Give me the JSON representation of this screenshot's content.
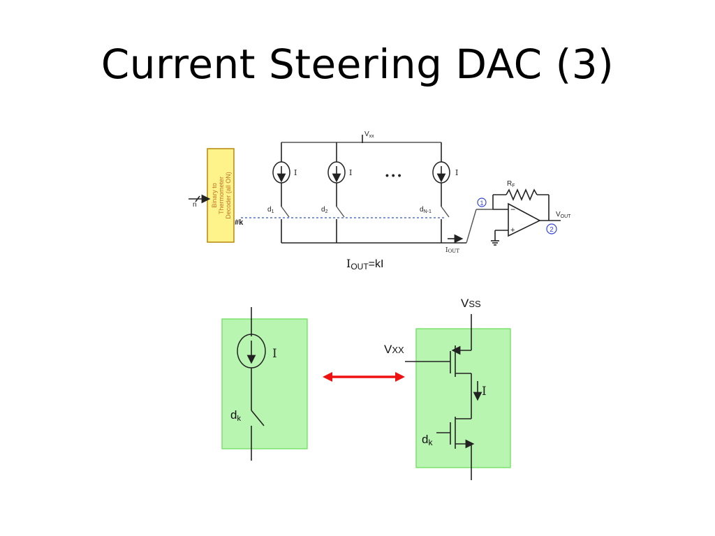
{
  "slide": {
    "title": "Current Steering DAC (3)"
  },
  "top_circuit": {
    "decoder_label_lines": [
      "Binary to",
      "Thermometer",
      "Decoder (all ON)"
    ],
    "input_bus_label": "n",
    "output_bus_label": "#k",
    "supply_label": "V",
    "supply_sub": "xx",
    "source_label": "I",
    "ellipsis": "• • •",
    "switch_labels": [
      {
        "main": "d",
        "sub": "1"
      },
      {
        "main": "d",
        "sub": "2"
      },
      {
        "main": "d",
        "sub": "N-1"
      }
    ],
    "iout_label_main": "I",
    "iout_label_sub": "OUT",
    "equation_main": "I",
    "equation_sub": "OUT",
    "equation_rest": "=kI",
    "rf_label_main": "R",
    "rf_label_sub": "F",
    "vout_label_main": "V",
    "vout_label_sub": "OUT",
    "node1": "1",
    "node2": "2",
    "opamp_minus": "−",
    "opamp_plus": "+",
    "colors": {
      "decoder_fill": "#fdf38a",
      "decoder_border": "#b8860b",
      "decoder_text": "#c0742a",
      "control_line": "#3355cc",
      "node_circle": "#3344dd"
    }
  },
  "bottom_left": {
    "source_label": "I",
    "switch_label_main": "d",
    "switch_label_sub": "k",
    "fill": "#b8f5b0",
    "border": "#66dd55"
  },
  "equivalence_arrow": {
    "color": "#ee1111"
  },
  "bottom_right": {
    "supply_label_main": "V",
    "supply_label_sub": "SS",
    "bias_label_main": "V",
    "bias_label_sub": "XX",
    "current_label": "I",
    "switch_label_main": "d",
    "switch_label_sub": "k",
    "fill": "#b8f5b0",
    "border": "#66dd55"
  }
}
